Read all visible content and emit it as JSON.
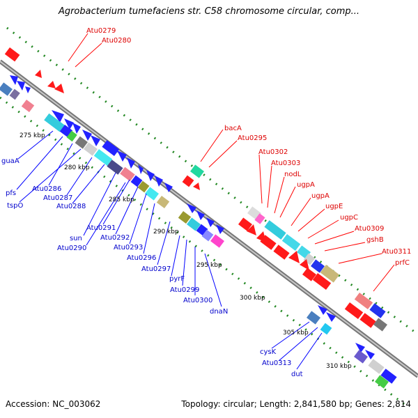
{
  "title": "Agrobacterium tumefaciens str. C58 chromosome circular, comp...",
  "accession_label": "Accession: NC_003062",
  "footer_info": "Topology: circular; Length: 2,841,580 bp; Genes: 2,814",
  "colors": {
    "forward_gene": "#1a1aff",
    "reverse_gene": "#ff0000",
    "backbone": "#999999",
    "scale_tick": "#228822",
    "forward_label": "#0000cc",
    "reverse_label": "#dd0000"
  },
  "scale_labels": [
    "275 kbp",
    "280 kbp",
    "285 kbp",
    "290 kbp",
    "295 kbp",
    "300 kbp",
    "305 kbp",
    "310 kbp"
  ],
  "labels_top": [
    "Atu0279",
    "Atu0280",
    "bacA",
    "Atu0295",
    "Atu0302",
    "Atu0303",
    "nodL",
    "ugpA",
    "ugpA",
    "ugpE",
    "ugpC",
    "Atu0309",
    "gshB",
    "Atu0311",
    "prfC"
  ],
  "labels_bottom": [
    "guaA",
    "pfs",
    "Atu0286",
    "tspO",
    "Atu0287",
    "Atu0288",
    "sun",
    "Atu0291",
    "Atu0290",
    "Atu0292",
    "Atu0293",
    "Atu0296",
    "Atu0297",
    "pyrF",
    "Atu0299",
    "Atu0300",
    "dnaN",
    "cysK",
    "Atu0313",
    "dut"
  ]
}
